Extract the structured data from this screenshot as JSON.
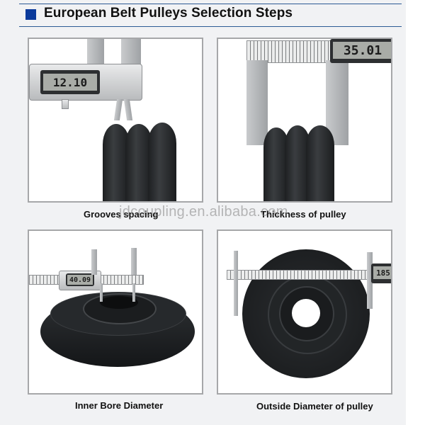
{
  "header": {
    "title": "European Belt Pulleys Selection Steps",
    "accent_color": "#0b3a9b",
    "rule_color": "#2c5a94"
  },
  "steps": [
    {
      "caption": "Grooves spacing",
      "caliper_reading": "12.10"
    },
    {
      "caption": "Thickness of pulley",
      "caliper_reading": "35.01"
    },
    {
      "caption": "Inner Bore Diameter",
      "caliper_reading": "40.09"
    },
    {
      "caption": "Outside Diameter of pulley",
      "caliper_reading": "185"
    }
  ],
  "watermark": "jdcoupling.en.alibaba.com"
}
